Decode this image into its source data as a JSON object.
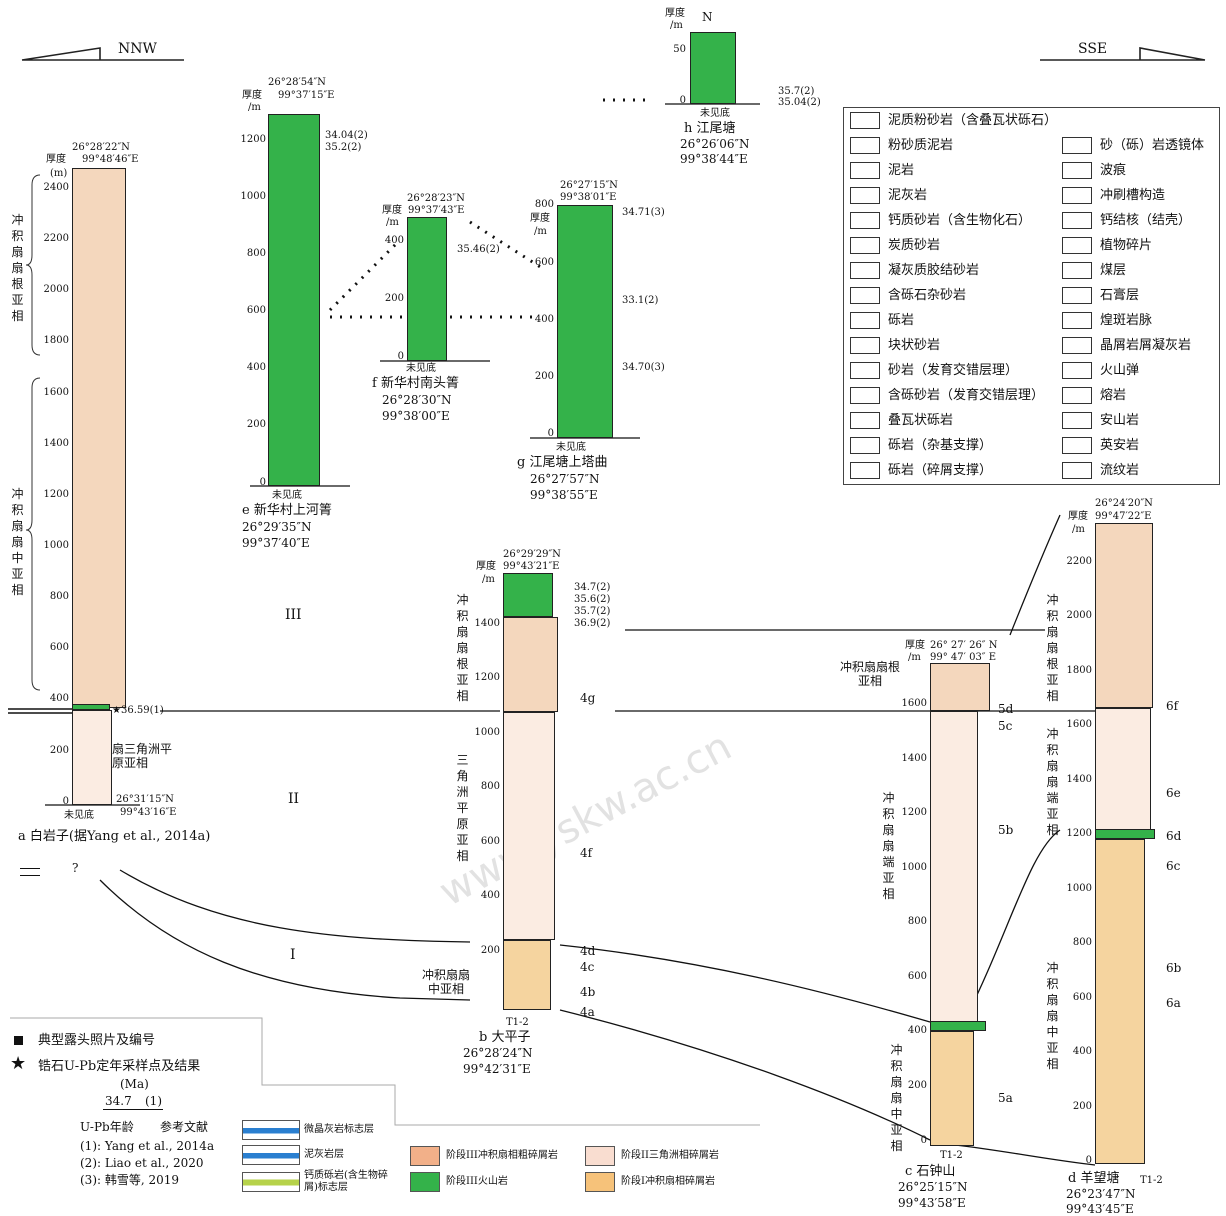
{
  "directions": {
    "left": "NNW",
    "right": "SSE"
  },
  "stage_labels": {
    "s3": "III",
    "s2": "II",
    "s1": "I"
  },
  "common": {
    "thickness": "厚度",
    "unit": "/m",
    "unit_paren": "(m)",
    "bottom_unseen": "未见底"
  },
  "sections": {
    "a": {
      "name": "a 白岩子(据Yang et al., 2014a)",
      "lat_top": "26°28′22″N",
      "lon_top": "99°48′46″E",
      "lat_bot": "26°31′15″N",
      "lon_bot": "99°43′16″E",
      "facies_root": "冲积扇扇根亚相",
      "facies_mid": "冲积扇扇中亚相",
      "facies_delta": "扇三角洲平原亚相",
      "age": "★36.59(1)",
      "ticks": [
        "2400",
        "2200",
        "2000",
        "1800",
        "1600",
        "1400",
        "1200",
        "1000",
        "800",
        "600",
        "400",
        "200",
        "0"
      ],
      "unknown": "?"
    },
    "b": {
      "name": "b 大平子",
      "lat": "26°28′24″N",
      "lon": "99°42′31″E",
      "lat_top": "26°29′29″N",
      "lon_top": "99°43′21″E",
      "facies_root": "冲积扇扇根亚相",
      "facies_delta": "三角洲平原亚相",
      "facies_mid": "冲积扇扇中亚相",
      "base": "T1-2",
      "ages": [
        "34.7(2)",
        "35.6(2)",
        "35.7(2)",
        "36.9(2)"
      ],
      "photos": [
        "4g",
        "4f",
        "4d",
        "4c",
        "4b",
        "4a"
      ],
      "ticks": [
        "1400",
        "1200",
        "1000",
        "800",
        "600",
        "400",
        "200"
      ]
    },
    "c": {
      "name": "c 石钟山",
      "lat": "26°25′15″N",
      "lon": "99°43′58″E",
      "lat_top": "26° 27′ 26″ N",
      "lon_top": "99° 47′ 03″ E",
      "facies_root": "冲积扇扇根亚相",
      "facies_end": "冲积扇扇端亚相",
      "facies_mid": "冲积扇扇中亚相",
      "base": "T1-2",
      "photos": [
        "5d",
        "5c",
        "5b",
        "5a"
      ],
      "ticks": [
        "1600",
        "1400",
        "1200",
        "1000",
        "800",
        "600",
        "400",
        "200",
        "0"
      ]
    },
    "d": {
      "name": "d 羊望塘",
      "lat": "26°23′47″N",
      "lon": "99°43′45″E",
      "lat_top": "26°24′20″N",
      "lon_top": "99°47′22″E",
      "facies_root": "冲积扇扇根亚相",
      "facies_end": "冲积扇扇端亚相",
      "facies_mid": "冲积扇扇中亚相",
      "base": "T1-2",
      "photos": [
        "6f",
        "6e",
        "6d",
        "6c",
        "6b",
        "6a"
      ],
      "ticks": [
        "2200",
        "2000",
        "1800",
        "1600",
        "1400",
        "1200",
        "1000",
        "800",
        "600",
        "400",
        "200",
        "0"
      ]
    },
    "e": {
      "name": "e 新华村上河箐",
      "lat": "26°29′35″N",
      "lon": "99°37′40″E",
      "lat_top": "26°28′54″N",
      "lon_top": "99°37′15″E",
      "ages": [
        "34.04(2)",
        "35.2(2)"
      ],
      "ticks": [
        "1200",
        "1000",
        "800",
        "600",
        "400",
        "200",
        "0"
      ]
    },
    "f": {
      "name": "f 新华村南头箐",
      "lat": "26°28′30″N",
      "lon": "99°38′00″E",
      "lat_top": "26°28′23″N",
      "lon_top": "99°37′43″E",
      "ages": [
        "35.46(2)"
      ],
      "ticks": [
        "400",
        "200",
        "0"
      ]
    },
    "g": {
      "name": "g 江尾塘上塔曲",
      "lat": "26°27′57″N",
      "lon": "99°38′55″E",
      "lat_top": "26°27′15″N",
      "lon_top": "99°38′01″E",
      "ages": [
        "34.71(3)",
        "33.1(2)",
        "34.70(3)"
      ],
      "ticks": [
        "800",
        "600",
        "400",
        "200",
        "0"
      ]
    },
    "h": {
      "name": "h 江尾塘",
      "lat": "26°26′06″N",
      "lon": "99°38′44″E",
      "north": "N",
      "ages": [
        "35.7(2)",
        "35.04(2)"
      ],
      "ticks": [
        "50",
        "0"
      ]
    }
  },
  "legend_left": [
    "泥质粉砂岩（含叠瓦状砾石）",
    "粉砂质泥岩",
    "泥岩",
    "泥灰岩",
    "钙质砂岩（含生物化石）",
    "炭质砂岩",
    "凝灰质胶结砂岩",
    "含砾石杂砂岩",
    "砾岩",
    "块状砂岩",
    "砂岩（发育交错层理）",
    "含砾砂岩（发育交错层理）",
    "叠瓦状砾岩",
    "砾岩（杂基支撑）",
    "砾岩（碎屑支撑）"
  ],
  "legend_right": [
    "砂（砾）岩透镜体",
    "波痕",
    "冲刷槽构造",
    "钙结核（结壳）",
    "植物碎片",
    "煤层",
    "石膏层",
    "煌斑岩脉",
    "晶屑岩屑凝灰岩",
    "火山弹",
    "熔岩",
    "安山岩",
    "英安岩",
    "流纹岩"
  ],
  "bottom_legend": {
    "photo": "典型露头照片及编号",
    "zircon": "锆石U-Pb定年采样点及结果",
    "ma": "(Ma)",
    "sample_age": "34.7",
    "sample_ref": "(1)",
    "upb_label": "U-Pb年龄",
    "ref_label": "参考文献",
    "refs": [
      "(1): Yang et al., 2014a",
      "(2): Liao et al., 2020",
      "(3): 韩雪等, 2019"
    ],
    "markers": [
      "微晶灰岩标志层",
      "泥灰岩层",
      "钙质砾岩(含生物碎屑)标志层"
    ],
    "stages": [
      "阶段III冲积扇相粗碎屑岩",
      "阶段III火山岩",
      "阶段II三角洲相碎屑岩",
      "阶段I冲积扇相碎屑岩"
    ]
  },
  "colors": {
    "stage3_coarse": "#f2b089",
    "stage3_volcanic": "#34b24a",
    "stage2_delta": "#f9ddd0",
    "stage1_fan": "#f6c27a"
  },
  "watermark": "www.yskw.ac.cn"
}
